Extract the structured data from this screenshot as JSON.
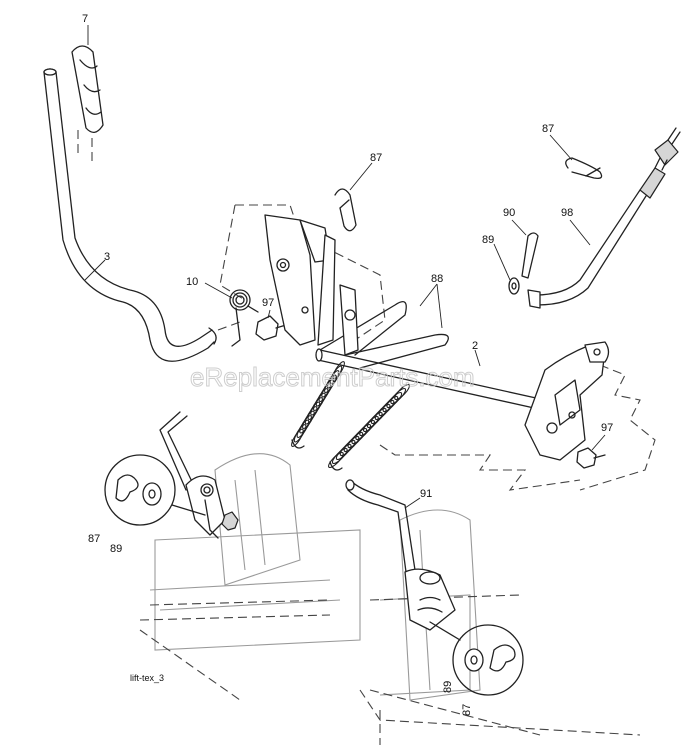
{
  "watermark": "eReplacementParts.com",
  "caption": "lift-tex_3",
  "callouts": {
    "c7": "7",
    "c3": "3",
    "c10": "10",
    "c97a": "97",
    "c87a": "87",
    "c88": "88",
    "c2": "2",
    "c87b": "87",
    "c90": "90",
    "c89a": "89",
    "c98": "98",
    "c97b": "97",
    "c87c": "87",
    "c89b": "89",
    "c91": "91",
    "c89c": "89",
    "c87d": "87"
  }
}
